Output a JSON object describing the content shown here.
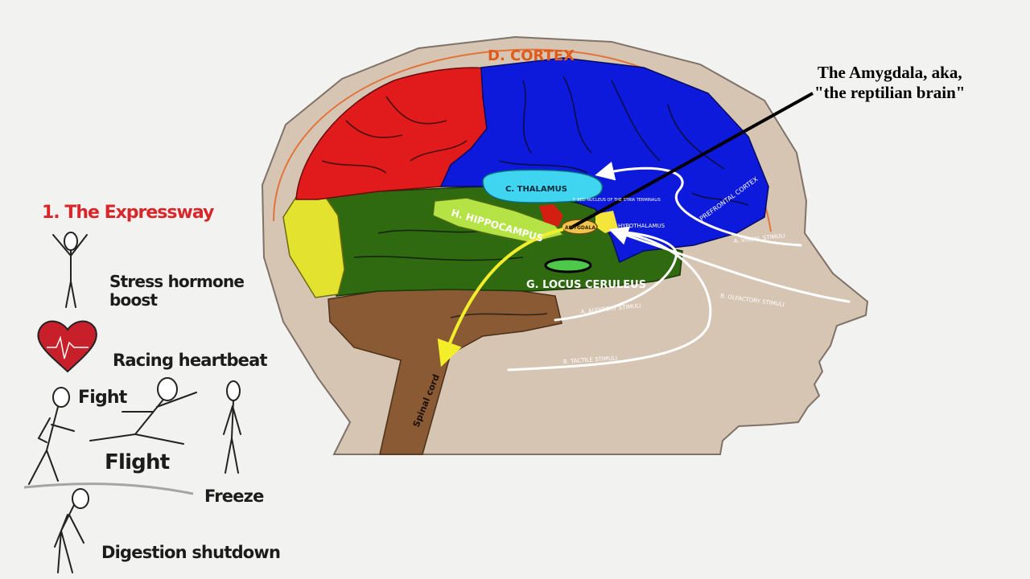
{
  "diagram": {
    "regions": {
      "cortex": "D. CORTEX",
      "thalamus": "C. THALAMUS",
      "bed_nucleus": "F. BED NUCLEUS OF THE STRIA TERMINALIS",
      "hippocampus": "H. HIPPOCAMPUS",
      "amygdala": "AMYGDALA",
      "hypothalamus": "HYPOTHALAMUS",
      "prefrontal_cortex": "PREFRONTAL CORTEX",
      "locus_ceruleus": "G. LOCUS CERULEUS",
      "spinal_cord": "Spinal cord"
    },
    "stimuli": {
      "visual": "A. VISUAL STIMULI",
      "olfactory": "B. OLFACTORY STIMULI",
      "auditory": "A. AUDITORY STIMULI",
      "tactile": "B. TACTILE STIMULI"
    },
    "callout": {
      "line1": "The Amygdala, aka,",
      "line2": "\"the reptilian brain\""
    }
  },
  "sidebar": {
    "heading": "1. The Expressway",
    "items": {
      "stress": "Stress hormone boost",
      "heartbeat": "Racing heartbeat",
      "fight": "Fight",
      "flight": "Flight",
      "freeze": "Freeze",
      "digestion": "Digestion shutdown"
    }
  },
  "colors": {
    "head": "#d7c5b4",
    "frontal": "#0d1adc",
    "parietal": "#e11b1b",
    "occipital": "#e3e22f",
    "temporal": "#2f6a10",
    "cerebellum": "#8a5a34",
    "thalamus": "#3fd4f0",
    "hippocampus": "#b5e244",
    "amygdala": "#f2c44a",
    "cortex_label": "#e05a1a",
    "heart": "#c8202a"
  }
}
